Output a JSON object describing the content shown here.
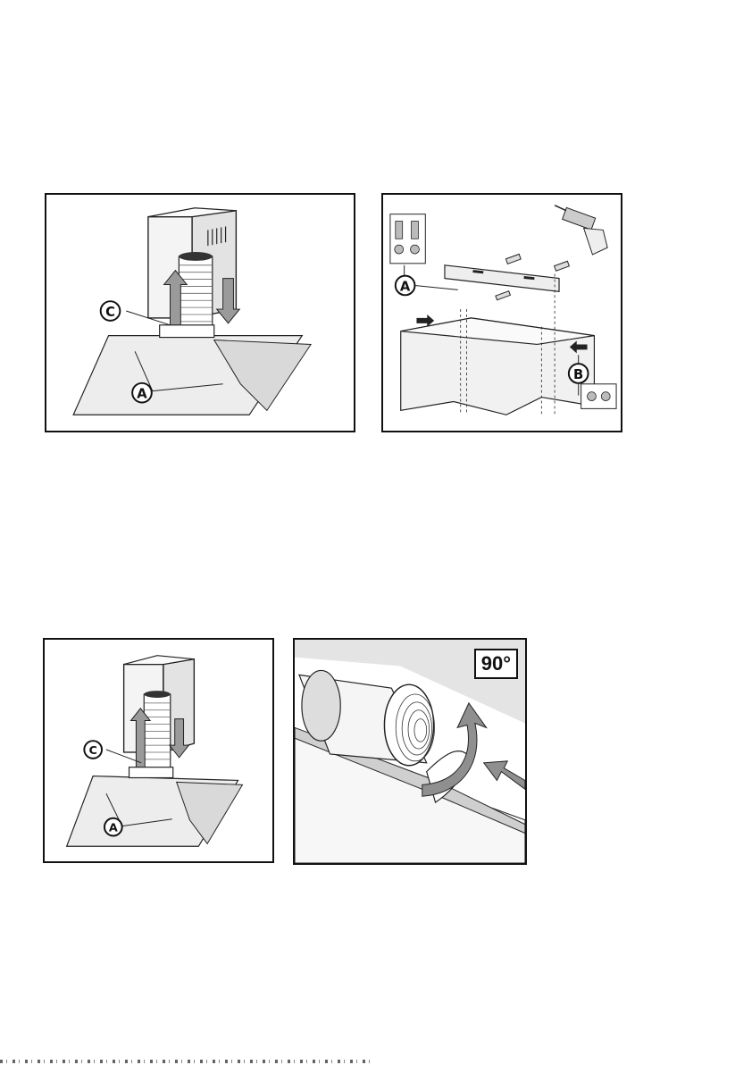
{
  "figures": {
    "fig1": {
      "labels": {
        "c": "C",
        "a": "A"
      }
    },
    "fig2": {
      "labels": {
        "a": "A",
        "b": "B"
      }
    },
    "fig3": {
      "labels": {
        "c": "C",
        "a": "A"
      }
    },
    "fig4": {
      "angle": "90°"
    }
  }
}
